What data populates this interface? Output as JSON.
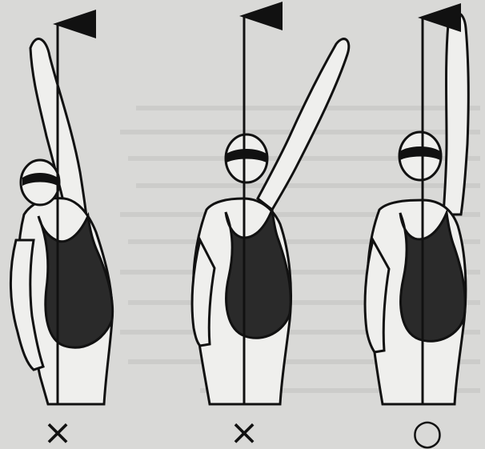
{
  "figures": [
    {
      "id": "left",
      "verdict": "×",
      "verdict_name": "incorrect"
    },
    {
      "id": "middle",
      "verdict": "×",
      "verdict_name": "incorrect"
    },
    {
      "id": "right",
      "verdict": "○",
      "verdict_name": "correct"
    }
  ],
  "colors": {
    "paper": "#d9d9d7",
    "ink": "#111111",
    "skin": "#efefed",
    "swimsuit": "#2a2a2a",
    "faint_text": "#b8b8b6"
  }
}
